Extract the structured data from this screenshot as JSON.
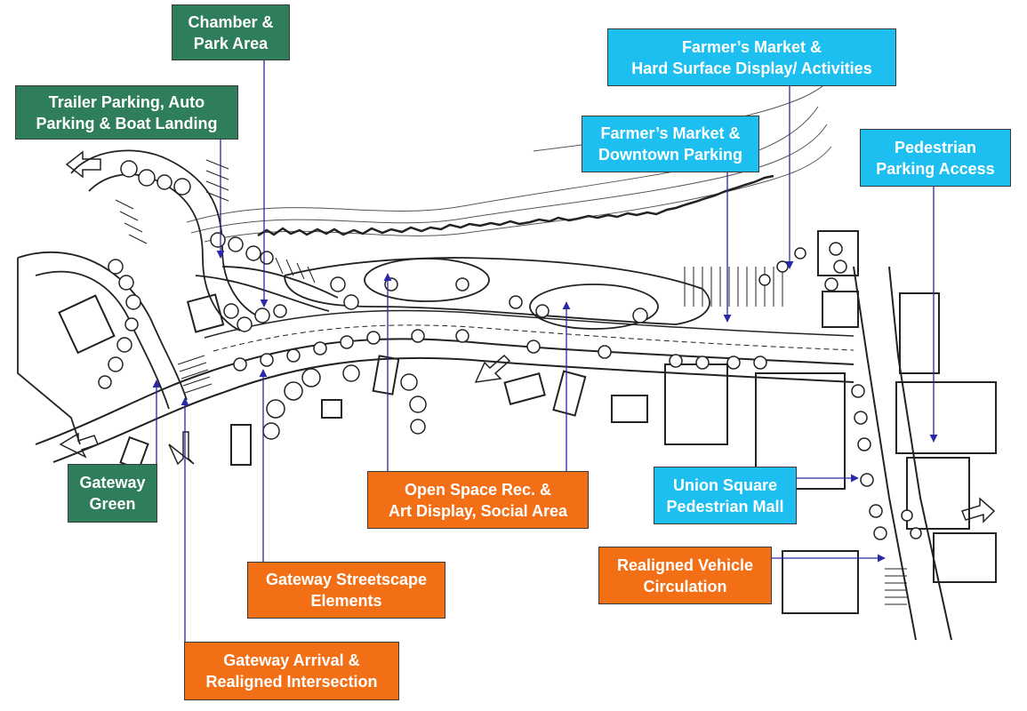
{
  "labels": {
    "chamber_park": [
      "Chamber &",
      "Park Area"
    ],
    "trailer_parking": [
      "Trailer Parking, Auto",
      "Parking & Boat Landing"
    ],
    "gateway_green": [
      "Gateway",
      "Green"
    ],
    "farmers_hard_surface": [
      "Farmer’s Market &",
      "Hard Surface Display/ Activities"
    ],
    "farmers_downtown": [
      "Farmer’s Market &",
      "Downtown Parking"
    ],
    "pedestrian_parking": [
      "Pedestrian",
      "Parking Access"
    ],
    "open_space": [
      "Open Space Rec. &",
      "Art Display, Social Area"
    ],
    "union_square": [
      "Union Square",
      "Pedestrian Mall"
    ],
    "realigned_vehicle": [
      "Realigned Vehicle",
      "Circulation"
    ],
    "gateway_streetscape": [
      "Gateway Streetscape",
      "Elements"
    ],
    "gateway_arrival": [
      "Gateway Arrival &",
      "Realigned Intersection"
    ]
  },
  "colors": {
    "green_label": "#2e7d5b",
    "cyan_label": "#1cbff0",
    "orange_label": "#f36f16",
    "arrow_line": "#2a2aa8",
    "sketch_ink": "#222222"
  }
}
